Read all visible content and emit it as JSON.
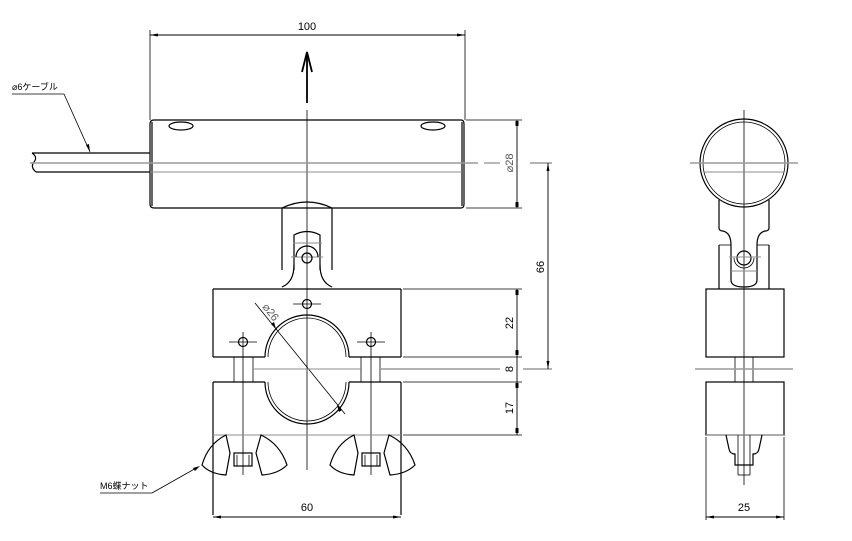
{
  "drawing": {
    "views": [
      "front-view",
      "side-view"
    ],
    "dimensions": {
      "overall_length": "100",
      "pipe_diameter": "⌀28",
      "clamp_bore_diameter": "⌀26",
      "center_height": "66",
      "upper_block_height": "22",
      "gap": "8",
      "lower_block_height": "17",
      "clamp_width": "60",
      "side_width": "25"
    },
    "callouts": {
      "cable": "⌀6ケーブル",
      "wing_nut": "M6蝶ナット"
    },
    "colors": {
      "line": "#000000",
      "centerline": "#9a9a9a",
      "background": "#ffffff"
    }
  }
}
